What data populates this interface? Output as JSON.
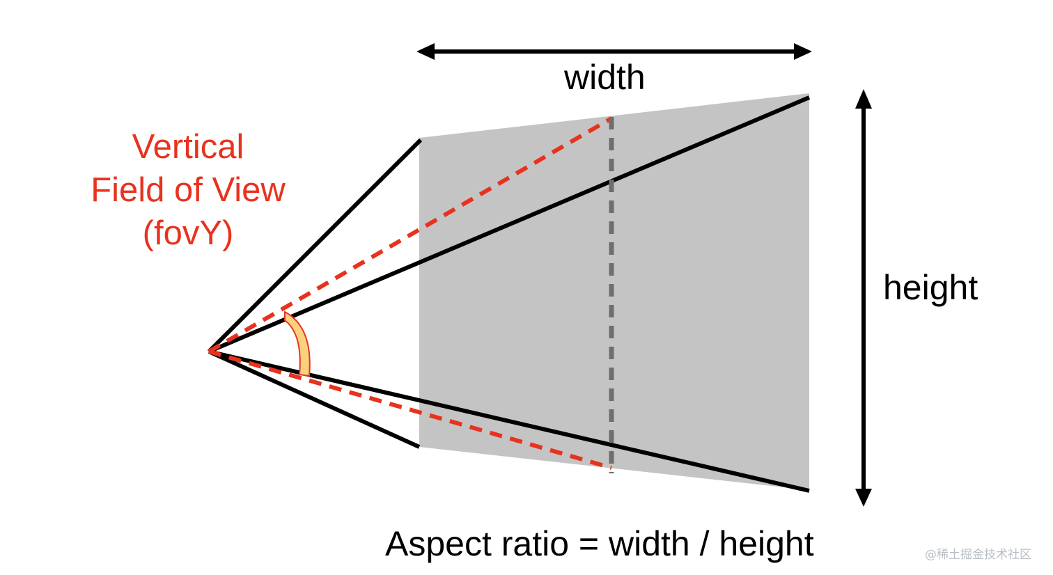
{
  "labels": {
    "fov_line1": "Vertical",
    "fov_line2": "Field of View",
    "fov_line3": "(fovY)",
    "width": "width",
    "height": "height",
    "aspect": "Aspect ratio = width / height"
  },
  "watermark": "@稀土掘金技术社区",
  "colors": {
    "frustum_fill": "#c4c4c4",
    "outline": "#000000",
    "fov_red": "#e8321e",
    "mid_dashed": "#6e6e6e",
    "angle_arc_fill": "#fcd17e",
    "angle_arc_stroke": "#e8321e"
  }
}
